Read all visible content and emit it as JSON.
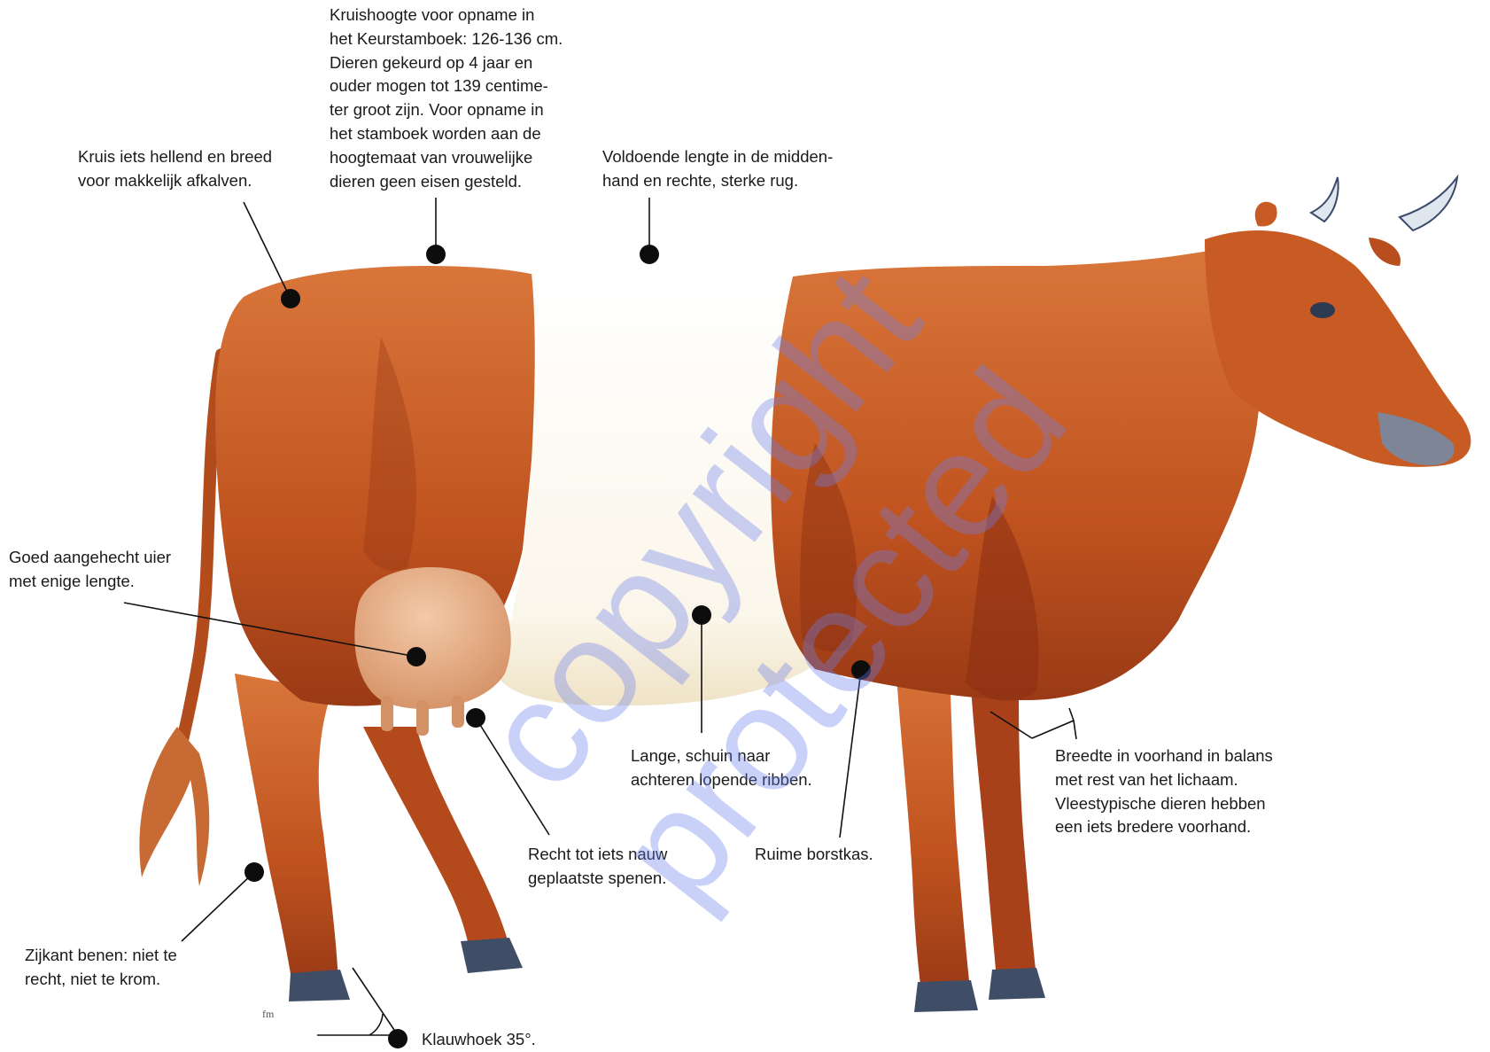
{
  "annotations": {
    "kruis": "Kruis iets hellend en breed\nvoor makkelijk afkalven.",
    "kruishoogte": "Kruishoogte voor opname in\nhet Keurstamboek: 126-136 cm.\nDieren gekeurd op 4 jaar en\nouder mogen tot 139 centime-\nter groot zijn. Voor opname in\nhet stamboek worden aan de\nhoogtemaat van vrouwelijke\ndieren geen eisen gesteld.",
    "middenhand": "Voldoende lengte in de midden-\nhand en rechte, sterke rug.",
    "uier": "Goed aangehecht uier\nmet enige lengte.",
    "ribben": "Lange, schuin naar\nachteren lopende ribben.",
    "spenen": "Recht tot iets nauw\ngeplaatste spenen.",
    "borstkas": "Ruime borstkas.",
    "voorhand": "Breedte in voorhand in balans\nmet rest van het lichaam.\nVleestypische dieren hebben\neen iets bredere voorhand.",
    "benen": "Zijkant benen: niet te\nrecht, niet te krom.",
    "klauwhoek": "Klauwhoek 35°."
  },
  "watermark": {
    "line1": "copyright",
    "line2": "protected"
  },
  "artist_initials": "fm",
  "colors": {
    "coat": "#c0531f",
    "coat_dark": "#8a2e12",
    "belt": "#fbf6ea",
    "udder": "#e7b08c",
    "hoof": "#3f4e66",
    "watermark": "#6c80ec"
  }
}
